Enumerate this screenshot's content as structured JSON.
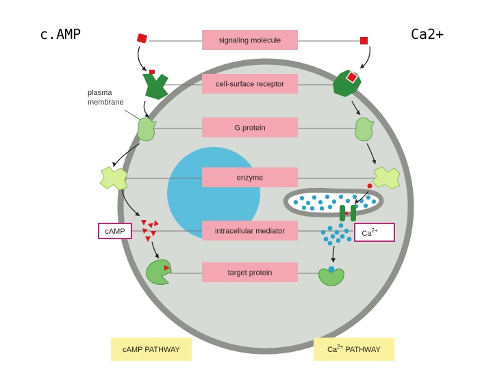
{
  "corner_left": "c.AMP",
  "corner_right": "Ca2+",
  "center_labels": {
    "signaling_molecule": "signaling molecule",
    "cell_surface_receptor": "cell-surface receptor",
    "g_protein": "G protein",
    "enzyme": "enzyme",
    "intracellular_mediator": "intracellular mediator",
    "target_protein": "target protein"
  },
  "plasma_membrane_label": [
    "plasma",
    "membrane"
  ],
  "camp_box": "cAMP",
  "ca_box": {
    "base": "Ca",
    "sup": "2+"
  },
  "camp_pathway": "cAMP PATHWAY",
  "ca_pathway": {
    "base": "Ca",
    "sup": "2+",
    "rest": " PATHWAY"
  },
  "colors": {
    "cell_fill": "#d7dbd5",
    "membrane": "#8e918c",
    "nucleus": "#5bbfdc",
    "label_box": "#f4a6b2",
    "pathway_box": "#fbf2a0",
    "dark_green": "#2e8b3e",
    "light_green": "#b4d98a",
    "mid_green": "#7ec56a",
    "signal_red": "#e0161e",
    "calcium_blue": "#2aa3cc",
    "camp_box_border": "#c0267a"
  }
}
